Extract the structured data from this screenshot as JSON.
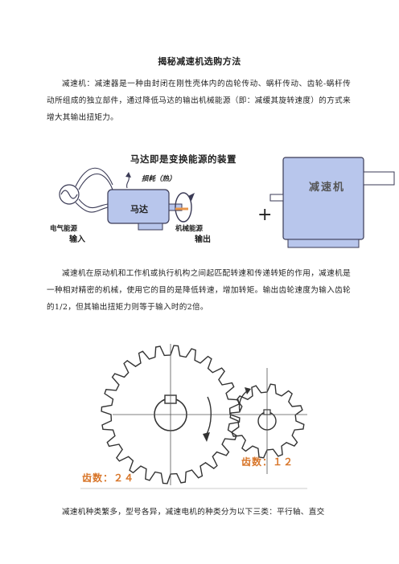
{
  "document": {
    "title": "揭秘减速机选购方法",
    "para1": "减速机：减速器是一种由封闭在刚性壳体内的齿轮传动、蜗杆传动、齿轮-蜗杆传动所组成的独立部件，通过降低马达的输出机械能源（即：减缓其旋转速度）的方式来增大其输出扭矩力。",
    "para2": "减速机在原动机和工作机或执行机构之间起匹配转速和传递转矩的作用，减速机是一种相对精密的机械，使用它的目的是降低转速，增加转矩。输出齿轮速度为输入齿轮的1/2，但其输出扭矩力则等于输入时的2倍。",
    "para3": "减速机种类繁多，型号各异，减速电机的种类分为以下三类：平行轴、直交"
  },
  "figure1": {
    "heading": "马达即是变换能源的装置",
    "loss_label": "损耗（热）",
    "motor_label": "马达",
    "input_top": "电气能源",
    "input_bottom": "输入",
    "output_top": "机械能源",
    "output_bottom": "输出",
    "plus_sign": "+",
    "reducer_label": "减速机",
    "colors": {
      "body": "#b8c6ec",
      "stroke": "#3a3a55"
    }
  },
  "figure2": {
    "teeth_large": "齿数：２４",
    "teeth_small": "齿数：１２",
    "label_color": "#d8762a"
  }
}
